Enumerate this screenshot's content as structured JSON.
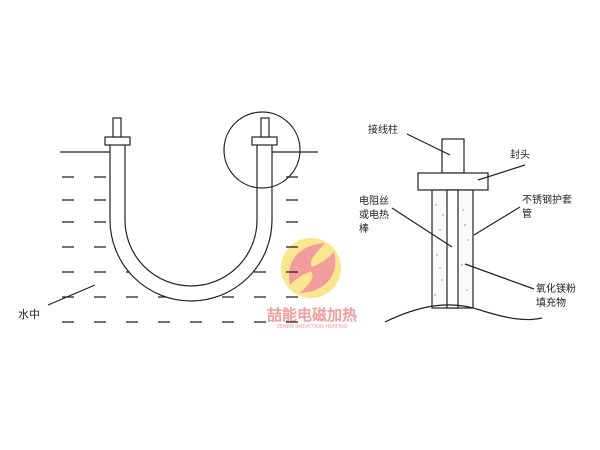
{
  "left_diagram": {
    "water_label": "水中"
  },
  "right_diagram": {
    "terminal_label": "接线柱",
    "cap_label": "封头",
    "heating_wire_label": [
      "电阻丝",
      "或电热",
      "棒"
    ],
    "sheath_label": [
      "不锈钢护套",
      "管"
    ],
    "filler_label": [
      "氧化镁粉",
      "填充物"
    ]
  },
  "watermark": {
    "brand_cn": "喆能电磁加热",
    "brand_en": "ZENEN INDUCTION HEATING",
    "colors": {
      "pink": "#f08c8c",
      "yellow": "#f9e27a"
    }
  }
}
